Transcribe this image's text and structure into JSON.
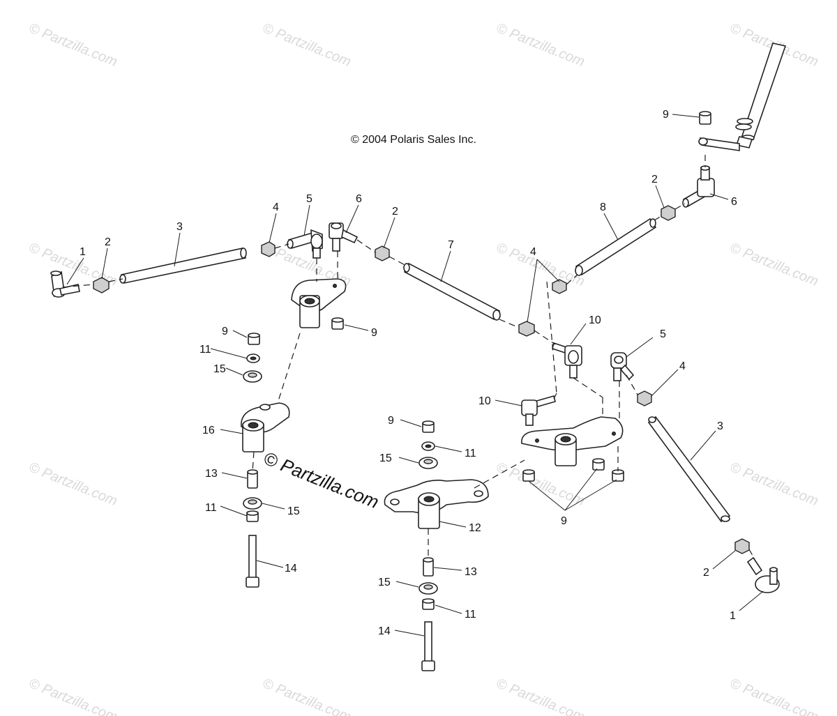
{
  "copyright": "© 2004 Polaris Sales Inc.",
  "watermark_center": "© Partzilla.com",
  "watermark_repeat": "© Partzilla.com",
  "callouts": [
    {
      "id": "c-1a",
      "label": "1"
    },
    {
      "id": "c-2a",
      "label": "2"
    },
    {
      "id": "c-3a",
      "label": "3"
    },
    {
      "id": "c-4a",
      "label": "4"
    },
    {
      "id": "c-5a",
      "label": "5"
    },
    {
      "id": "c-6a",
      "label": "6"
    },
    {
      "id": "c-2b",
      "label": "2"
    },
    {
      "id": "c-7",
      "label": "7"
    },
    {
      "id": "c-4b",
      "label": "4"
    },
    {
      "id": "c-8",
      "label": "8"
    },
    {
      "id": "c-2c",
      "label": "2"
    },
    {
      "id": "c-6b",
      "label": "6"
    },
    {
      "id": "c-9a",
      "label": "9"
    },
    {
      "id": "c-9b",
      "label": "9"
    },
    {
      "id": "c-9c",
      "label": "9"
    },
    {
      "id": "c-11a",
      "label": "11"
    },
    {
      "id": "c-15a",
      "label": "15"
    },
    {
      "id": "c-16",
      "label": "16"
    },
    {
      "id": "c-13a",
      "label": "13"
    },
    {
      "id": "c-11b",
      "label": "11"
    },
    {
      "id": "c-15b",
      "label": "15"
    },
    {
      "id": "c-14a",
      "label": "14"
    },
    {
      "id": "c-10a",
      "label": "10"
    },
    {
      "id": "c-10b",
      "label": "10"
    },
    {
      "id": "c-5b",
      "label": "5"
    },
    {
      "id": "c-4c",
      "label": "4"
    },
    {
      "id": "c-3b",
      "label": "3"
    },
    {
      "id": "c-9d",
      "label": "9"
    },
    {
      "id": "c-11c",
      "label": "11"
    },
    {
      "id": "c-15c",
      "label": "15"
    },
    {
      "id": "c-12",
      "label": "12"
    },
    {
      "id": "c-13b",
      "label": "13"
    },
    {
      "id": "c-15d",
      "label": "15"
    },
    {
      "id": "c-11d",
      "label": "11"
    },
    {
      "id": "c-14b",
      "label": "14"
    },
    {
      "id": "c-9e",
      "label": "9"
    },
    {
      "id": "c-2d",
      "label": "2"
    },
    {
      "id": "c-1b",
      "label": "1"
    }
  ]
}
